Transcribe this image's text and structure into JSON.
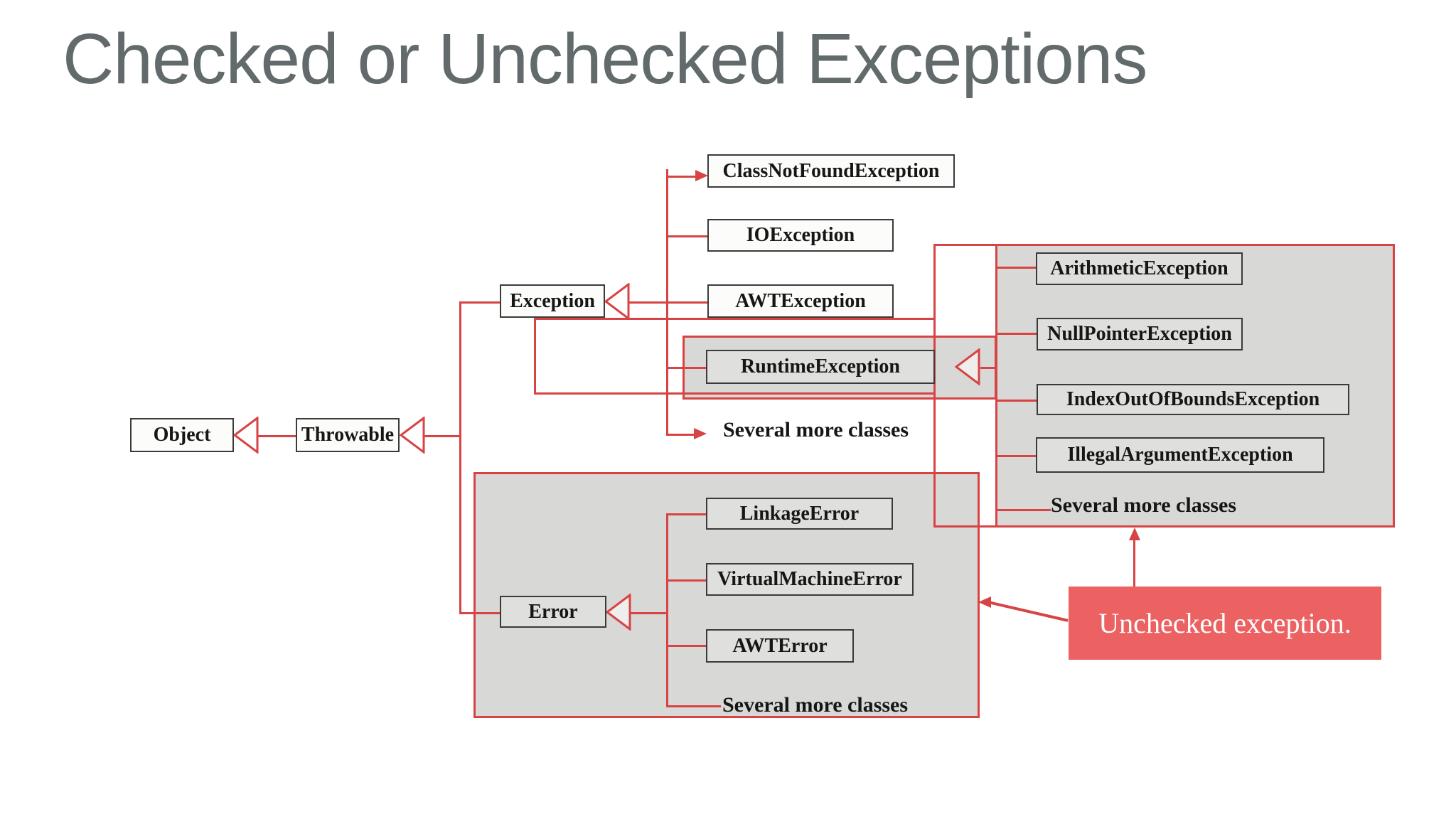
{
  "title": "Checked or Unchecked Exceptions",
  "diagram": {
    "nodes": {
      "object": {
        "label": "Object"
      },
      "throwable": {
        "label": "Throwable"
      },
      "exception": {
        "label": "Exception"
      },
      "error": {
        "label": "Error"
      },
      "class_not_found": {
        "label": "ClassNotFoundException"
      },
      "io": {
        "label": "IOException"
      },
      "awt_exception": {
        "label": "AWTException"
      },
      "runtime": {
        "label": "RuntimeException"
      },
      "arithmetic": {
        "label": "ArithmeticException"
      },
      "null_pointer": {
        "label": "NullPointerException"
      },
      "index_out_of_bounds": {
        "label": "IndexOutOfBoundsException"
      },
      "illegal_argument": {
        "label": "IllegalArgumentException"
      },
      "linkage": {
        "label": "LinkageError"
      },
      "virtual_machine": {
        "label": "VirtualMachineError"
      },
      "awt_error": {
        "label": "AWTError"
      }
    },
    "more_classes_exception": "Several more classes",
    "more_classes_runtime": "Several more classes",
    "more_classes_error": "Several more classes",
    "annotation": {
      "label": "Unchecked exception."
    },
    "colors": {
      "line_red": "#d84343",
      "annotation_bg": "#ec6161",
      "group_bg": "#d8d8d6",
      "node_gray_bg": "#dfdfdd",
      "node_white_bg": "#fcfcfb",
      "border_dark": "#3a3a3a",
      "title_color": "#626a6c"
    }
  }
}
